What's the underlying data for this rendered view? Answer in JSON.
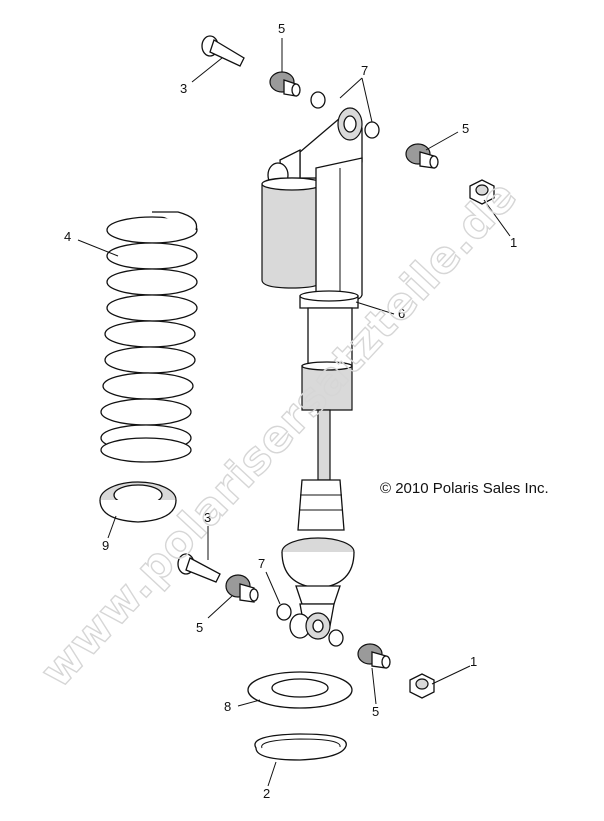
{
  "copyright": "© 2010 Polaris Sales Inc.",
  "watermark": "www.polarisersatzteile.de",
  "callouts": {
    "c1_top": "1",
    "c1_bottom": "1",
    "c2": "2",
    "c3_top": "3",
    "c3_bottom": "3",
    "c4": "4",
    "c5_top": "5",
    "c5_right": "5",
    "c5_left": "5",
    "c5_bottom": "5",
    "c6": "6",
    "c7_top": "7",
    "c7_bottom": "7",
    "c8": "8",
    "c9": "9"
  }
}
